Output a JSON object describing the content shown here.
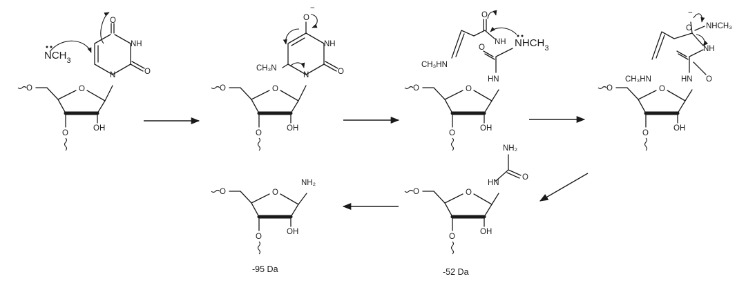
{
  "nucleophile": "NCH3",
  "second_nucleophile": "NHCH3",
  "loss_labels": {
    "product": "-95 Da",
    "intermediate": "-52 Da"
  }
}
